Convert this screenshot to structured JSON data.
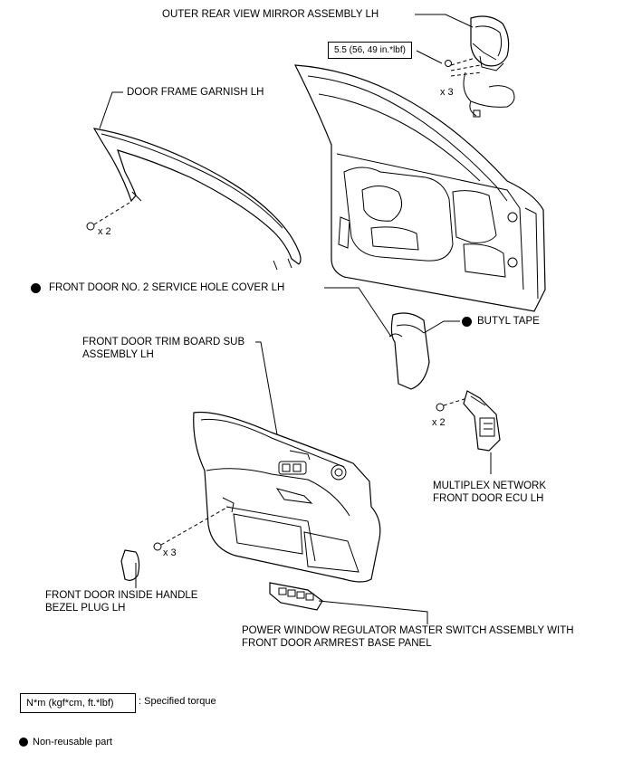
{
  "labels": {
    "outer_mirror": "OUTER REAR VIEW MIRROR ASSEMBLY LH",
    "torque_mirror": "5.5 (56, 49 in.*lbf)",
    "mirror_qty": "x 3",
    "door_frame_garnish": "DOOR FRAME GARNISH LH",
    "garnish_qty": "x 2",
    "service_hole_cover": "FRONT DOOR NO. 2 SERVICE HOLE COVER LH",
    "butyl_tape": "BUTYL TAPE",
    "trim_board": "FRONT DOOR TRIM BOARD SUB\nASSEMBLY LH",
    "ecu_qty": "x 2",
    "multiplex_ecu": "MULTIPLEX NETWORK\nFRONT DOOR ECU LH",
    "trim_qty": "x 3",
    "bezel_plug": "FRONT DOOR INSIDE HANDLE\nBEZEL PLUG LH",
    "master_switch": "POWER WINDOW REGULATOR MASTER SWITCH ASSEMBLY WITH\nFRONT DOOR ARMREST BASE PANEL"
  },
  "legend": {
    "torque_unit": "N*m (kgf*cm, ft.*lbf)",
    "torque_desc": ": Specified torque",
    "nonreusable_desc": "Non-reusable part"
  }
}
